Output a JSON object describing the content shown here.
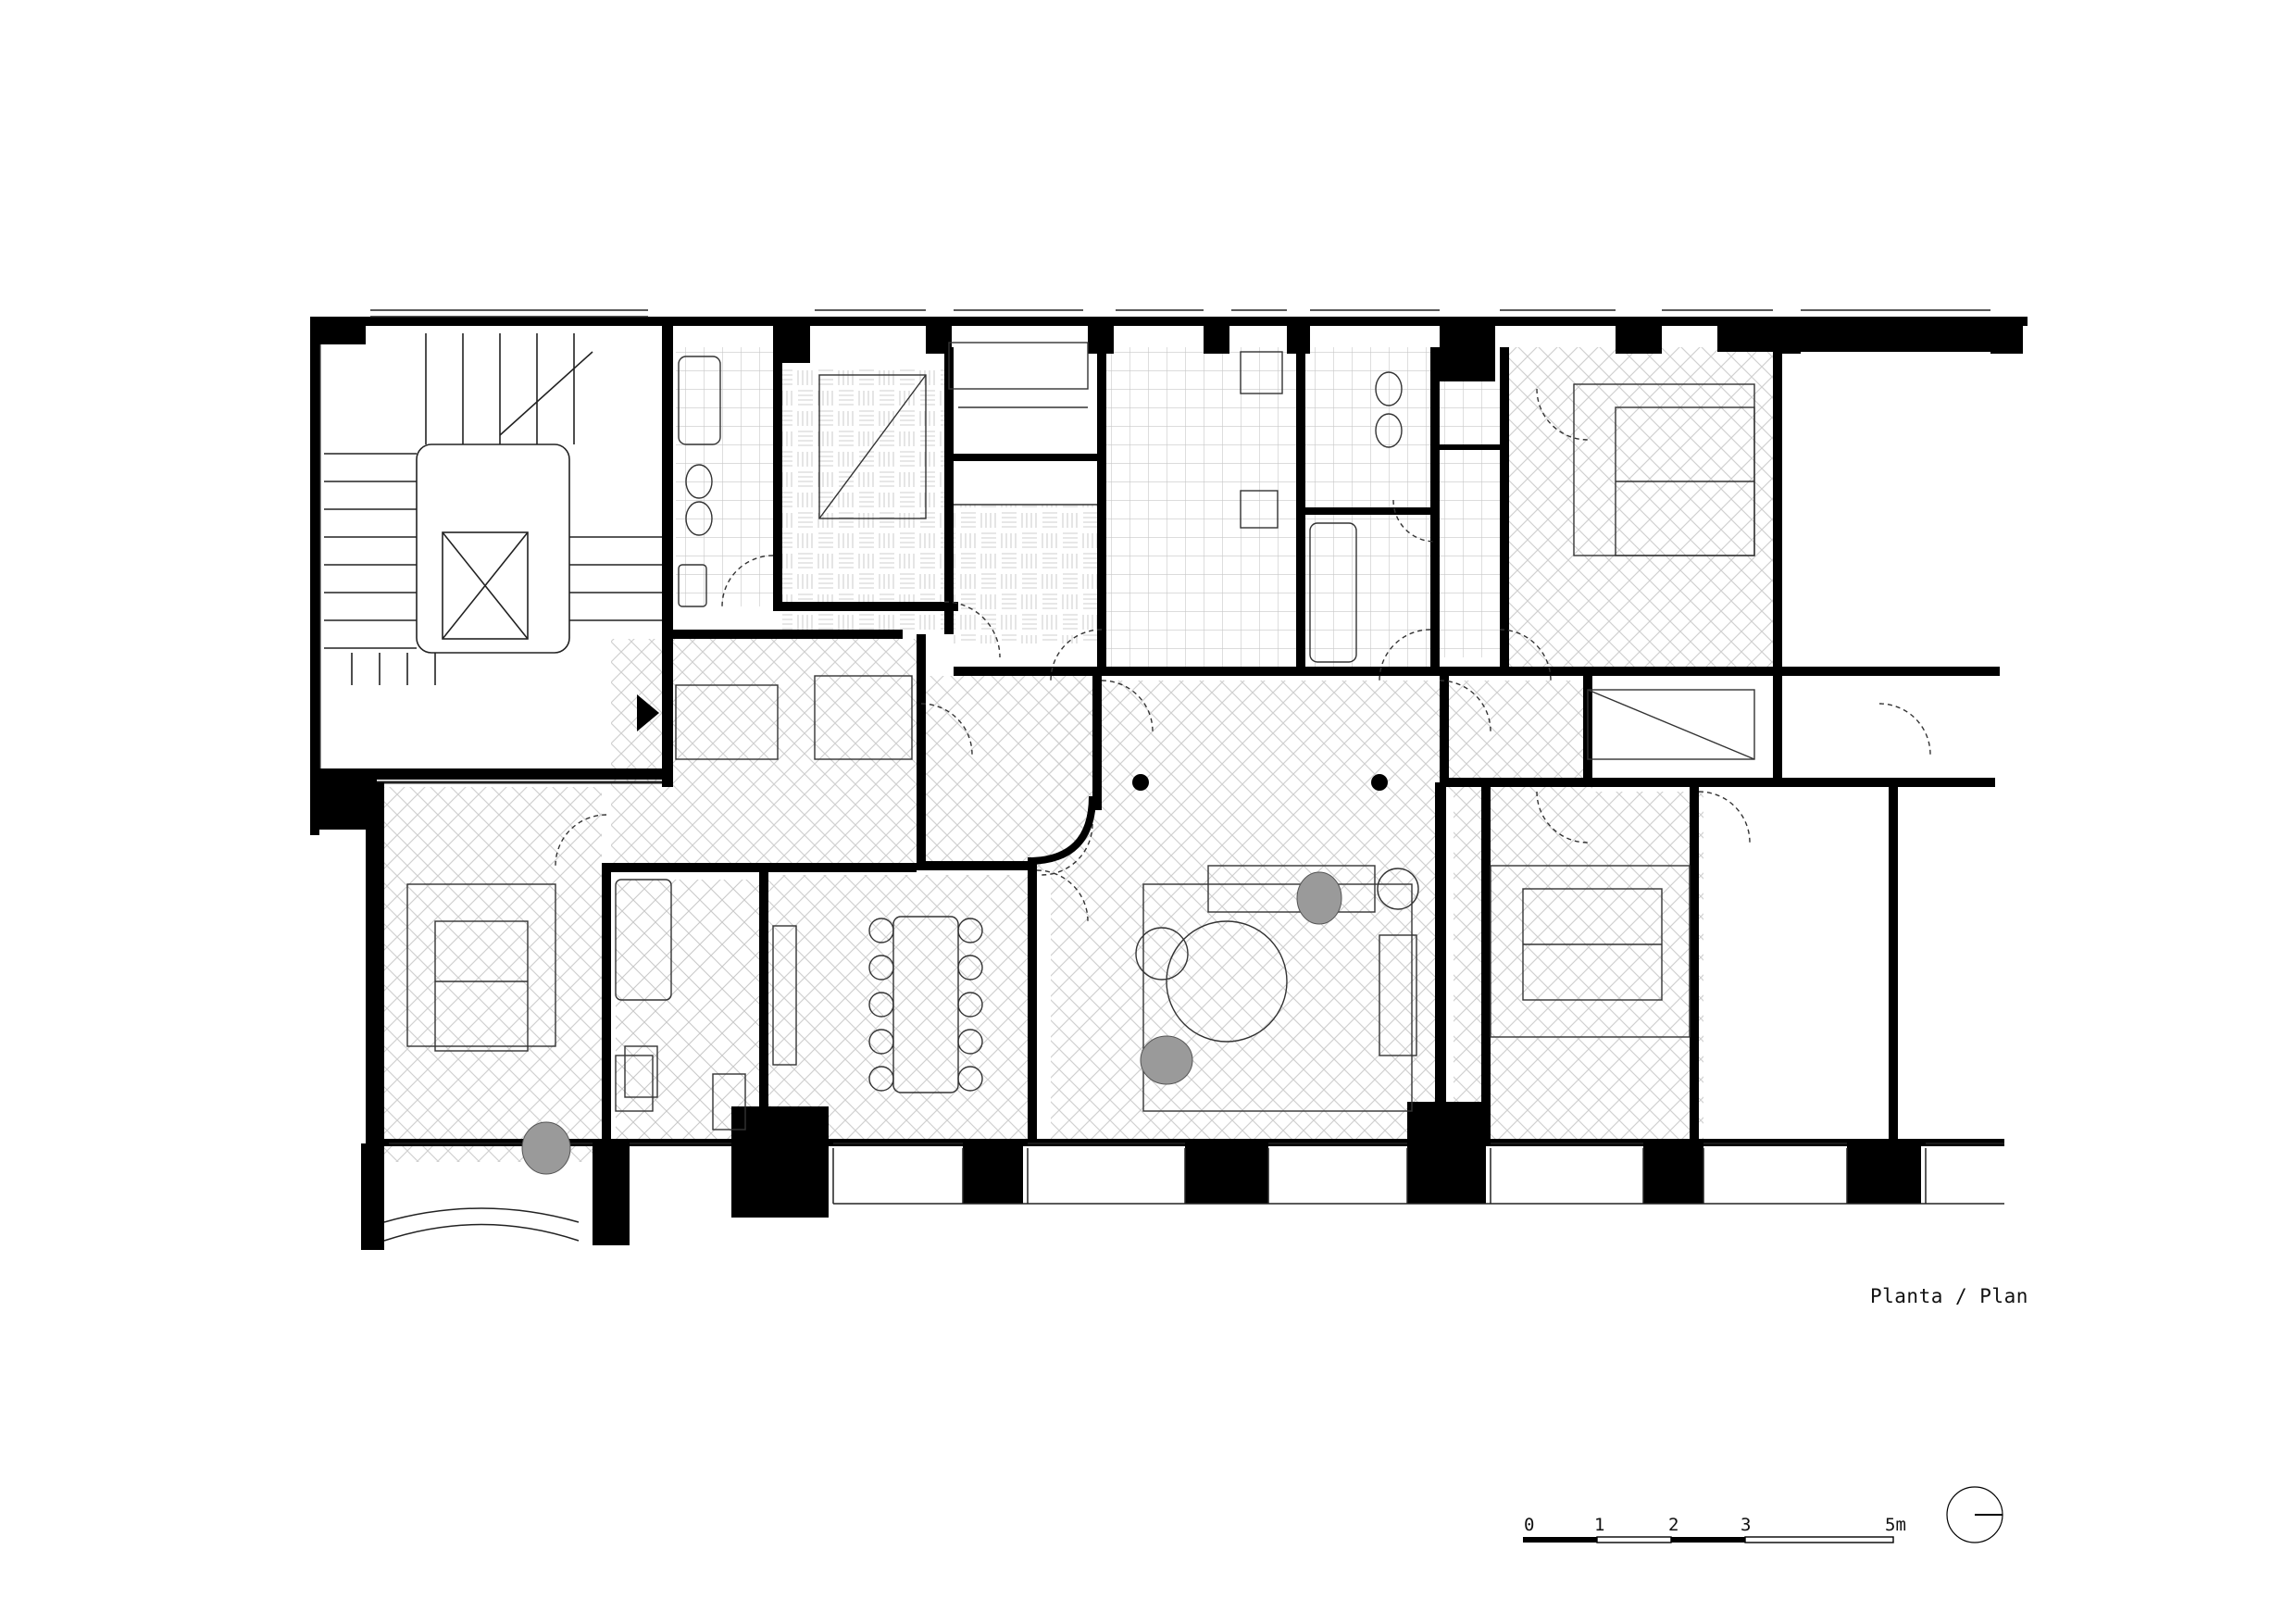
{
  "caption": "Planta / Plan",
  "scale_bar": {
    "labels": [
      "0",
      "1",
      "2",
      "3",
      "5m"
    ]
  },
  "north_arrow": {
    "icon": "north-arrow-icon"
  },
  "colors": {
    "wall": "#000000",
    "hatch": "#cfcfcf",
    "figure": "#9a9a9a",
    "background": "#ffffff"
  }
}
